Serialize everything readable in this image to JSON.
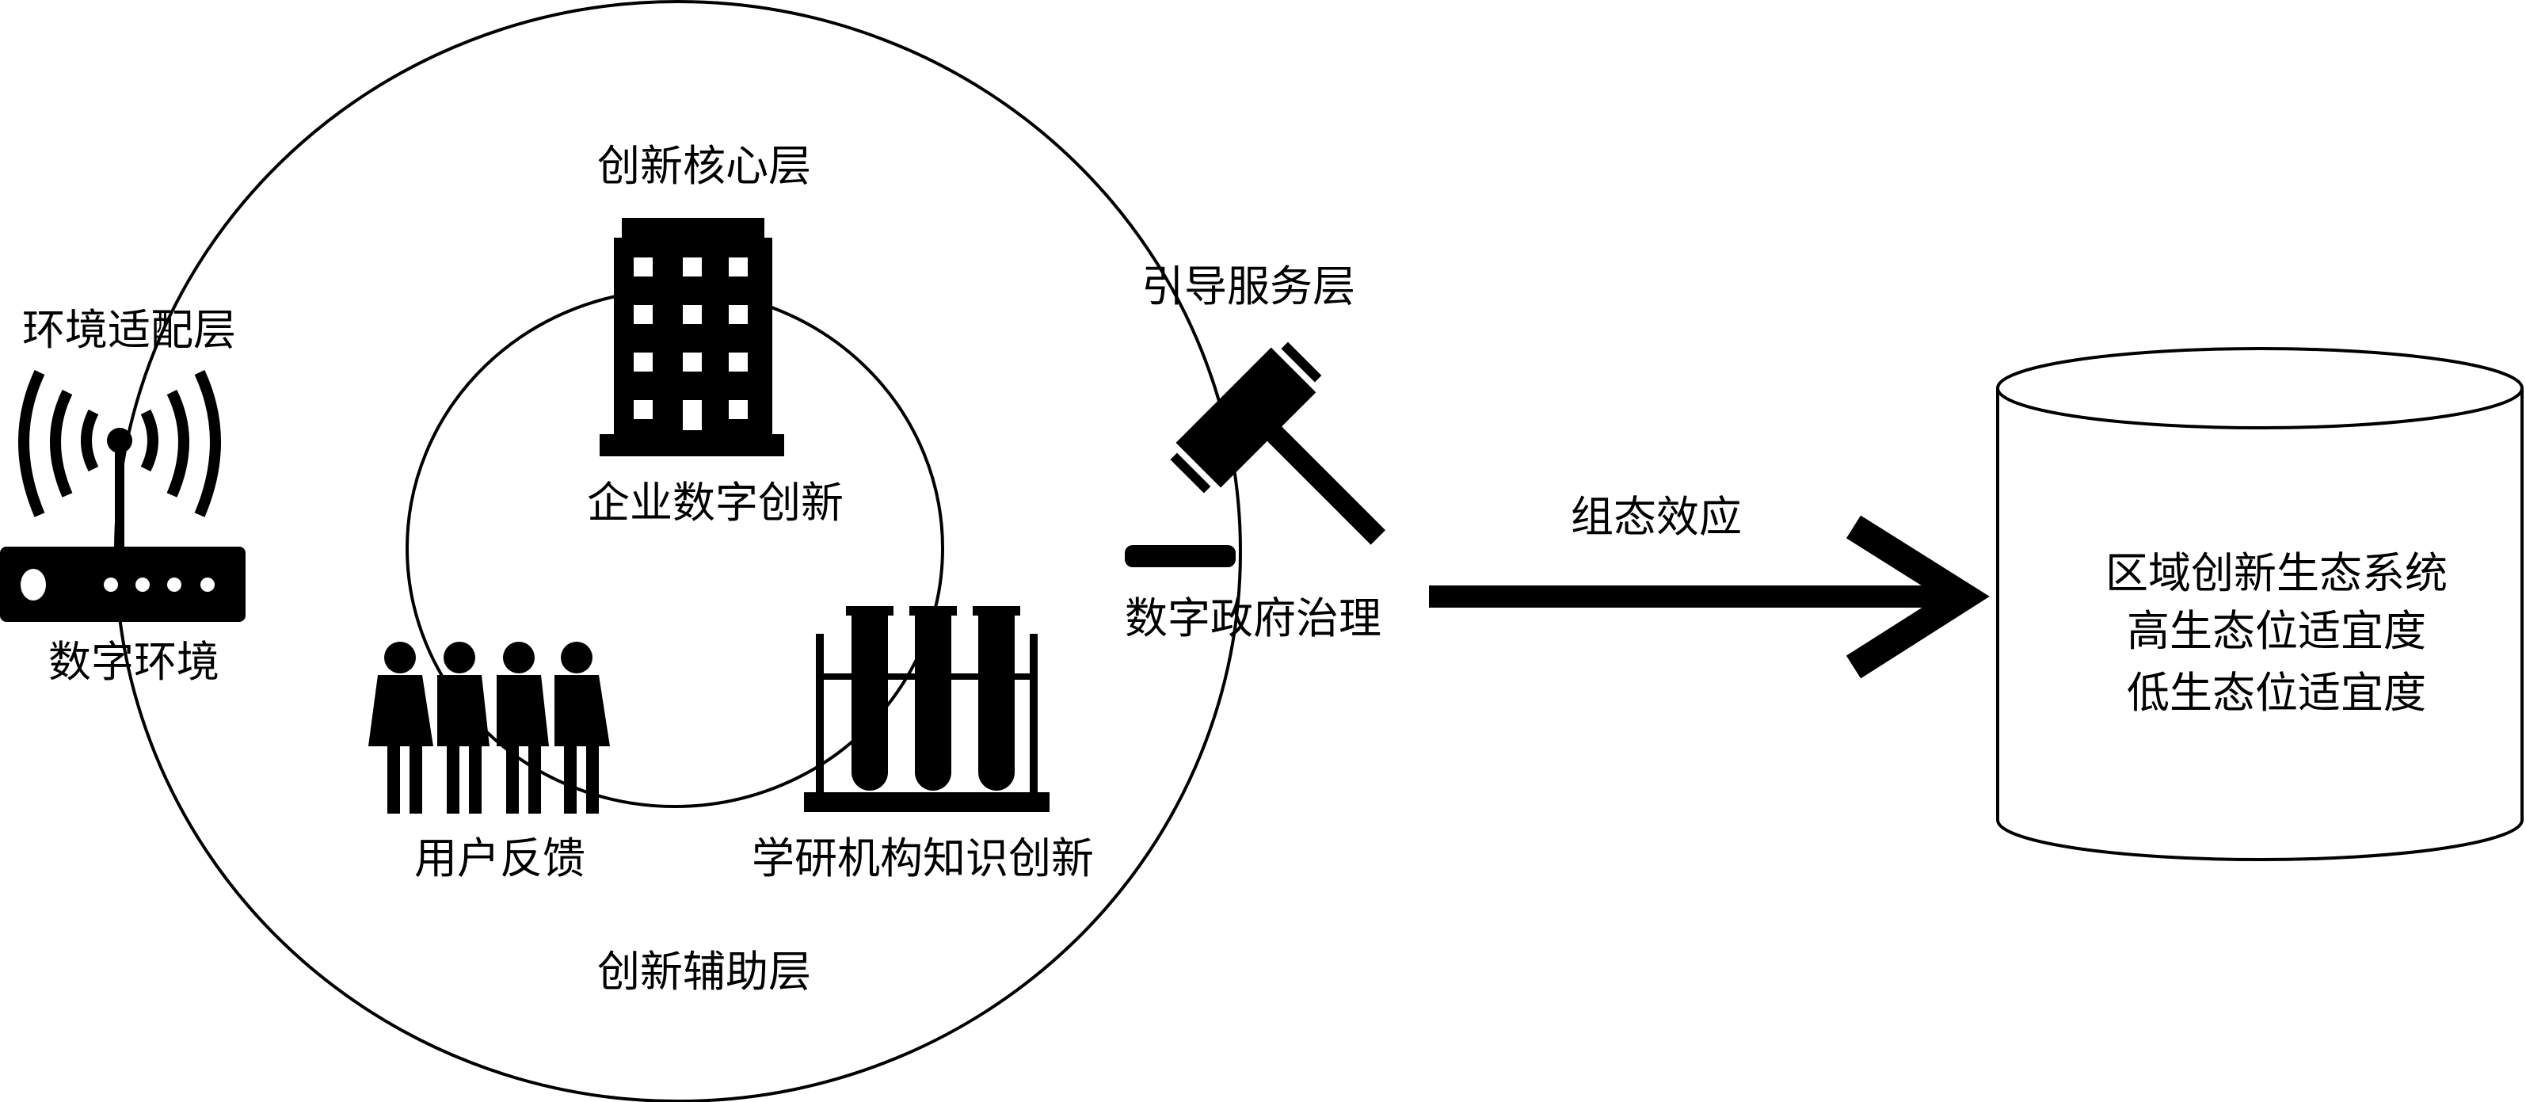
{
  "layers": {
    "core": "创新核心层",
    "environment": "环境适配层",
    "guidance": "引导服务层",
    "auxiliary": "创新辅助层"
  },
  "actors": {
    "enterprise": "企业数字创新",
    "digital_env": "数字环境",
    "government": "数字政府治理",
    "users": "用户反馈",
    "academia": "学研机构知识创新"
  },
  "arrow_label": "组态效应",
  "outcome": {
    "line1": "区域创新生态系统",
    "line2": "高生态位适宜度",
    "line3": "低生态位适宜度"
  },
  "colors": {
    "stroke": "#000000",
    "background": "#ffffff"
  }
}
